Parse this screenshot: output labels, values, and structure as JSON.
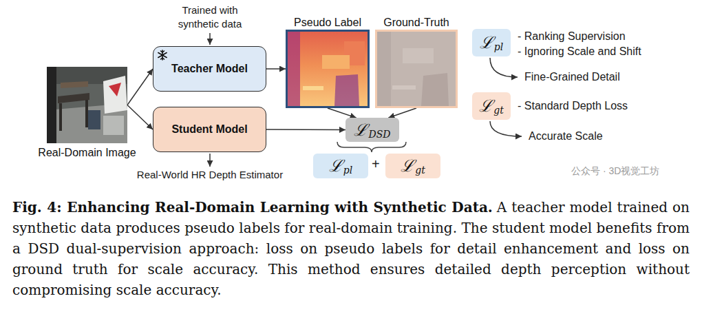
{
  "diagram": {
    "title": "Fig. 4: Enhancing Real-Domain Learning with Synthetic Data.",
    "caption": "A teacher model trained on synthetic data produces pseudo labels for real-domain training. The student model benefits from a DSD dual-supervision approach: loss on pseudo labels for detail enhancement and loss on ground truth for scale accuracy. This method ensures detailed depth perception without compromising scale accuracy.",
    "nodes": [
      {
        "text": [
          "Real-Domain Image"
        ]
      },
      {
        "text": [
          "Teacher Model"
        ]
      },
      {
        "text": [
          "Student Model"
        ]
      },
      {
        "text": [
          "Pseudo Label"
        ]
      },
      {
        "text": [
          "Ground-Truth"
        ]
      },
      {
        "text": [
          "ℒ",
          "DSD"
        ]
      },
      {
        "text": [
          "ℒ",
          "pl"
        ]
      },
      {
        "text": [
          "ℒ",
          "gt"
        ]
      },
      {
        "text": [
          "ℒ",
          "pl"
        ]
      },
      {
        "text": [
          "ℒ",
          "gt"
        ]
      }
    ],
    "edges": [
      {
        "from": 0,
        "to": 1,
        "arrow": "to"
      },
      {
        "from": 0,
        "to": 2,
        "arrow": "to"
      },
      {
        "from": 1,
        "to": 3,
        "arrow": "to"
      },
      {
        "from": 3,
        "to": 5,
        "arrow": "to"
      },
      {
        "from": 4,
        "to": 5,
        "arrow": "to"
      },
      {
        "from": 2,
        "to": 5,
        "arrow": "to"
      }
    ],
    "labels": [
      "Trained with synthetic data",
      "Real-World HR Depth Estimator",
      "+",
      "- Ranking Supervision",
      "- Ignoring Scale and Shift",
      "Fine-Grained Detail",
      "- Standard Depth Loss",
      "Accurate Scale",
      "公众号 · 3D视觉工坊"
    ]
  }
}
